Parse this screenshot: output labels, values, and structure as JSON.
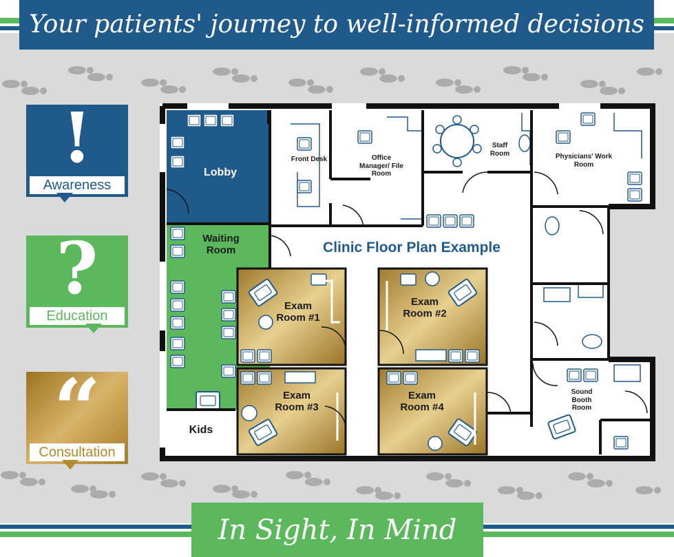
{
  "header": {
    "title": "Your patients' journey to well-informed decisions"
  },
  "footer": {
    "tagline": "In Sight, In Mind"
  },
  "steps": [
    {
      "label": "Awareness",
      "glyph": "!",
      "color": "#1f5a8a"
    },
    {
      "label": "Education",
      "glyph": "?",
      "color": "#5cb85c"
    },
    {
      "label": "Consultation",
      "glyph": "“",
      "color": "#b5892d"
    }
  ],
  "floorplan": {
    "title": "Clinic Floor Plan Example",
    "rooms": {
      "lobby": "Lobby",
      "waiting": "Waiting Room",
      "kids": "Kids",
      "front_desk": "Front Desk",
      "office": "Office Manager/ File Room",
      "staff": "Staff Room",
      "physicians": "Physicians' Work Room",
      "exam1": "Exam Room #1",
      "exam2": "Exam Room #2",
      "exam3": "Exam Room #3",
      "exam4": "Exam Room #4",
      "sound_booth": "Sound Booth Room"
    }
  },
  "colors": {
    "navy": "#1f5a8a",
    "green": "#5cb85c",
    "gold": "#b5892d",
    "gray_bg": "#d9dadb",
    "footprint": "#a9abad"
  }
}
